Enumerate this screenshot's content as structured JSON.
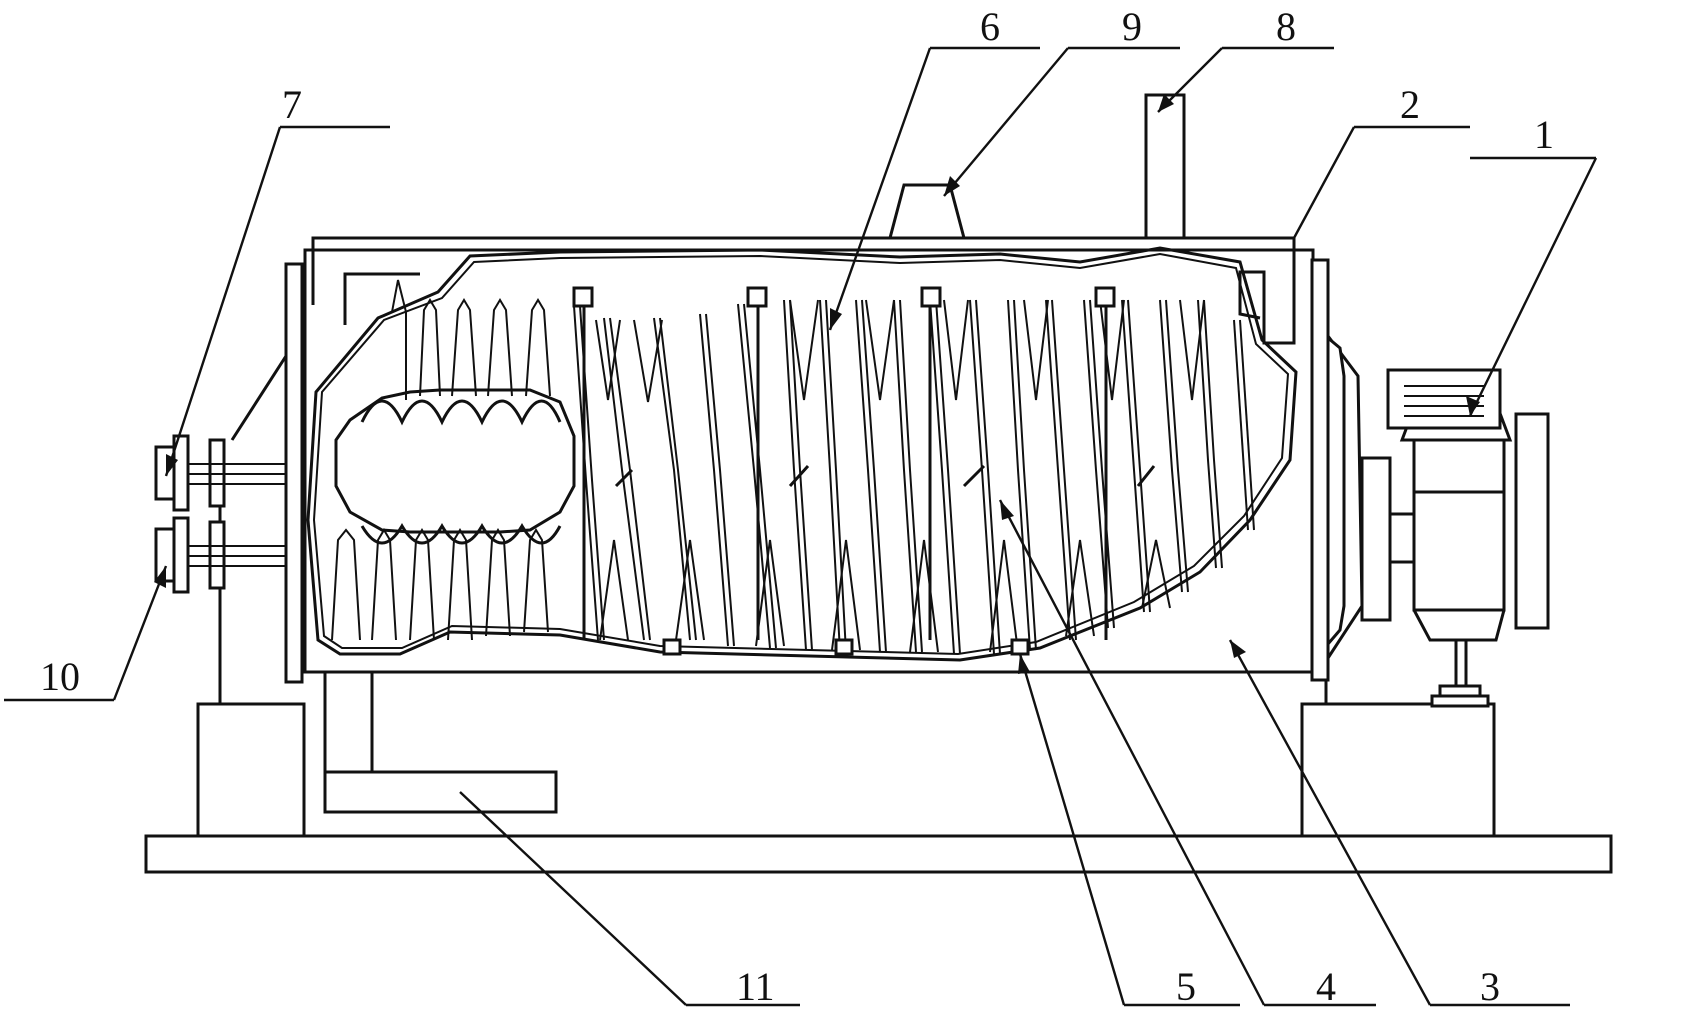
{
  "labels": [
    {
      "id": "1",
      "text": "1"
    },
    {
      "id": "2",
      "text": "2"
    },
    {
      "id": "3",
      "text": "3"
    },
    {
      "id": "4",
      "text": "4"
    },
    {
      "id": "5",
      "text": "5"
    },
    {
      "id": "6",
      "text": "6"
    },
    {
      "id": "7",
      "text": "7"
    },
    {
      "id": "8",
      "text": "8"
    },
    {
      "id": "9",
      "text": "9"
    },
    {
      "id": "10",
      "text": "10"
    },
    {
      "id": "11",
      "text": "11"
    }
  ],
  "colors": {
    "ink": "#111111",
    "paper": "#ffffff"
  }
}
